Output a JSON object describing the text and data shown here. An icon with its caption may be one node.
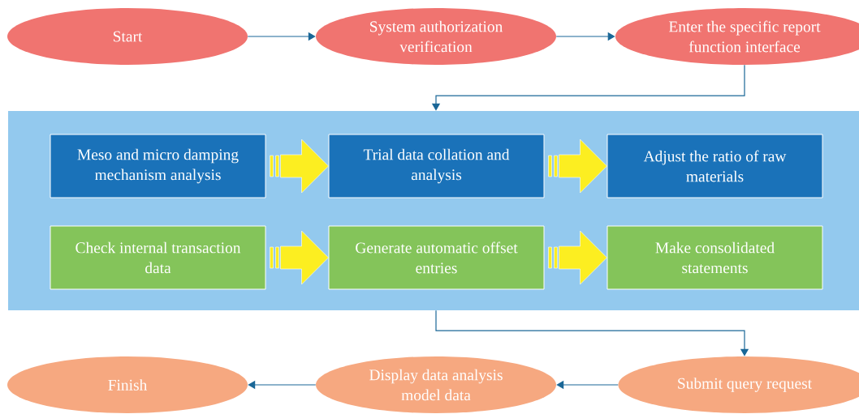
{
  "diagram": {
    "nodes": [
      {
        "text": [
          "Start"
        ]
      },
      {
        "text": [
          "System authorization verification"
        ]
      },
      {
        "text": [
          "Enter the specific report function interface"
        ]
      },
      {
        "text": [],
        "shape": "box"
      },
      {
        "text": [
          "Meso and micro damping mechanism analysis"
        ],
        "in": 3
      },
      {
        "text": [
          "Trial data collation and analysis"
        ],
        "in": 3
      },
      {
        "text": [
          "Adjust the ratio of raw materials"
        ],
        "in": 3
      },
      {
        "text": [
          "Check internal transaction data"
        ],
        "in": 3
      },
      {
        "text": [
          "Generate automatic offset entries"
        ],
        "in": 3
      },
      {
        "text": [
          "Make consolidated statements"
        ],
        "in": 3
      },
      {
        "text": [
          "Finish"
        ]
      },
      {
        "text": [
          "Display data analysis model data"
        ]
      },
      {
        "text": [
          "Submit query request"
        ]
      }
    ],
    "edges": [
      {
        "from": 0,
        "to": 1,
        "arrow": "to"
      },
      {
        "from": 1,
        "to": 2,
        "arrow": "to"
      },
      {
        "from": 2,
        "to": 3,
        "arrow": "to"
      },
      {
        "from": 4,
        "to": 5,
        "arrow": "to",
        "style": "thick",
        "color": "#fcee21"
      },
      {
        "from": 5,
        "to": 6,
        "arrow": "to",
        "style": "thick",
        "color": "#fcee21"
      },
      {
        "from": 7,
        "to": 8,
        "arrow": "to",
        "style": "thick",
        "color": "#fcee21"
      },
      {
        "from": 8,
        "to": 9,
        "arrow": "to",
        "style": "thick",
        "color": "#fcee21"
      },
      {
        "from": 3,
        "to": 12,
        "arrow": "to"
      },
      {
        "from": 12,
        "to": 11,
        "arrow": "to"
      },
      {
        "from": 11,
        "to": 10,
        "arrow": "to"
      }
    ]
  }
}
